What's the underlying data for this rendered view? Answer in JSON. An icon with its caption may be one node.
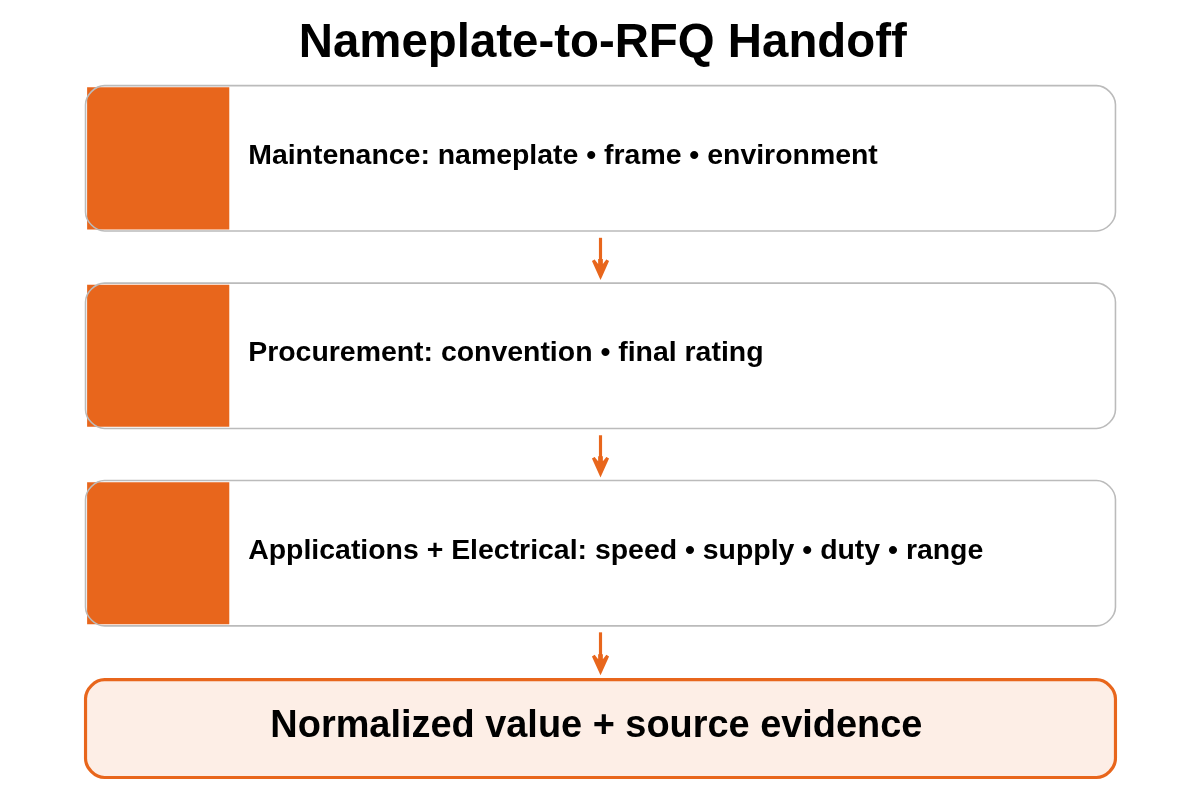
{
  "diagram": {
    "title": "Nameplate-to-RFQ Handoff",
    "nodes": [
      {
        "text": [
          "Maintenance: nameplate • frame • environment"
        ]
      },
      {
        "text": [
          "Procurement: convention • final rating"
        ]
      },
      {
        "text": [
          "Applications + Electrical: speed • supply • duty • range"
        ]
      },
      {
        "text": [
          "Normalized value + source evidence"
        ]
      }
    ],
    "edges": [
      {
        "from": 0,
        "to": 1,
        "arrow": "to"
      },
      {
        "from": 1,
        "to": 2,
        "arrow": "to"
      },
      {
        "from": 2,
        "to": 3,
        "arrow": "to"
      }
    ]
  }
}
